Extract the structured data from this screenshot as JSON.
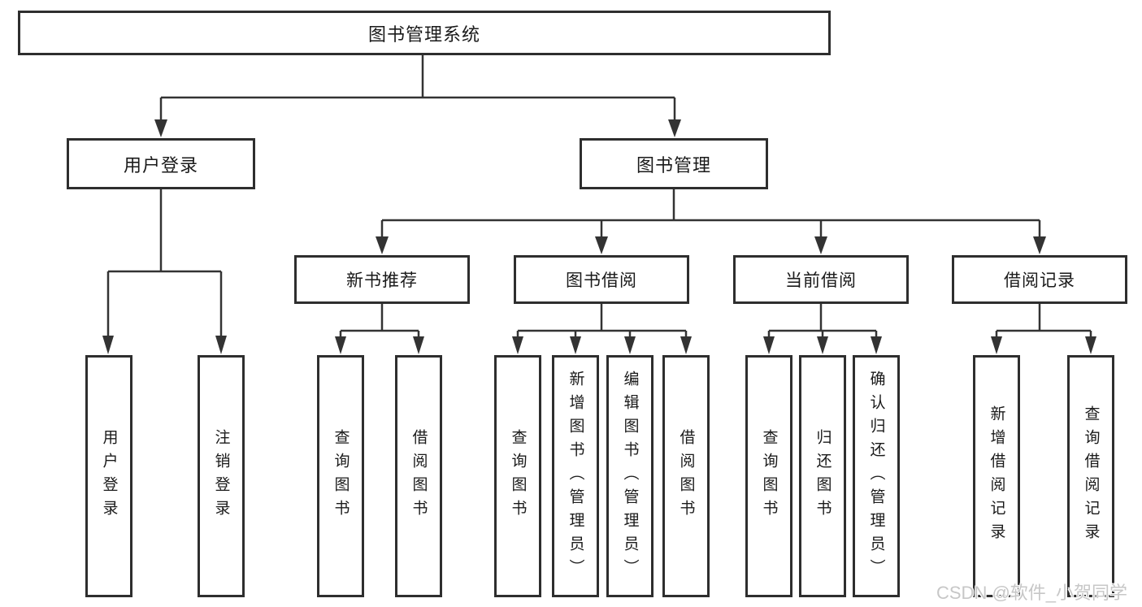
{
  "diagram": {
    "root": {
      "label": "图书管理系统",
      "children": [
        {
          "label": "用户登录",
          "children": [
            {
              "label": "用户登录"
            },
            {
              "label": "注销登录"
            }
          ]
        },
        {
          "label": "图书管理",
          "children": [
            {
              "label": "新书推荐",
              "children": [
                {
                  "label": "查询图书"
                },
                {
                  "label": "借阅图书"
                }
              ]
            },
            {
              "label": "图书借阅",
              "children": [
                {
                  "label": "查询图书"
                },
                {
                  "label": "新增图书（管理员）"
                },
                {
                  "label": "编辑图书（管理员）"
                },
                {
                  "label": "借阅图书"
                }
              ]
            },
            {
              "label": "当前借阅",
              "children": [
                {
                  "label": "查询图书"
                },
                {
                  "label": "归还图书"
                },
                {
                  "label": "确认归还（管理员）"
                }
              ]
            },
            {
              "label": "借阅记录",
              "children": [
                {
                  "label": "新增借阅记录"
                },
                {
                  "label": "查询借阅记录"
                }
              ]
            }
          ]
        }
      ]
    }
  },
  "watermark": {
    "text": "CSDN @软件_小贺同学",
    "color": "#c7c7c7"
  },
  "colors": {
    "line": "#333333",
    "box_border": "#2e2e2e",
    "text": "#1a1a1a",
    "background": "#ffffff"
  }
}
